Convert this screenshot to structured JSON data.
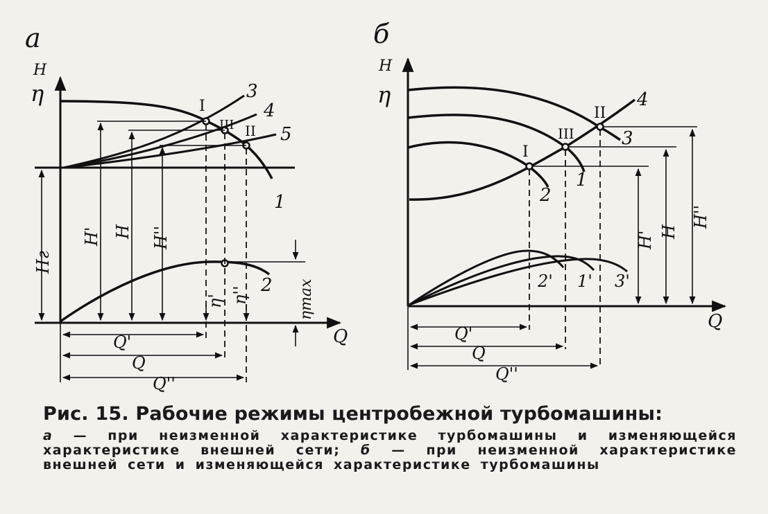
{
  "panel_a": {
    "letter": "а",
    "axis_y_top": "H",
    "axis_y_bottom": "η",
    "axis_x": "Q",
    "points": {
      "p1": "I",
      "p2": "II",
      "p3": "III"
    },
    "curves": {
      "c1": "1",
      "c2": "2",
      "c3": "3",
      "c4": "4",
      "c5": "5"
    },
    "dims": {
      "H_prime": "H'",
      "H": "H",
      "H_dprime": "H''",
      "Hg": "Hг",
      "eta_prime": "η'",
      "eta_dprime": "η''",
      "eta_max": "ηmax",
      "Q_prime": "Q'",
      "Q": "Q",
      "Q_dprime": "Q''"
    }
  },
  "panel_b": {
    "letter": "б",
    "axis_y_top": "H",
    "axis_y_bottom": "η",
    "axis_x": "Q",
    "points": {
      "p1": "I",
      "p2": "II",
      "p3": "III"
    },
    "curves": {
      "c1": "1",
      "c2": "2",
      "c3": "3",
      "c4": "4",
      "c1p": "1'",
      "c2p": "2'",
      "c3p": "3'"
    },
    "dims": {
      "H_prime": "H'",
      "H": "H",
      "H_dprime": "H''",
      "Q_prime": "Q'",
      "Q": "Q",
      "Q_dprime": "Q''"
    }
  },
  "caption": {
    "title": "Рис. 15. Рабочие режимы центробежной турбомашины:",
    "a_letter": "а",
    "a_text": " — при неизменной характеристике турбомашины и изменяющейся характеристике внешней сети; ",
    "b_letter": "б",
    "b_text": " — при неизменной характеристике внешней сети и изменяющейся характеристике турбомашины"
  }
}
